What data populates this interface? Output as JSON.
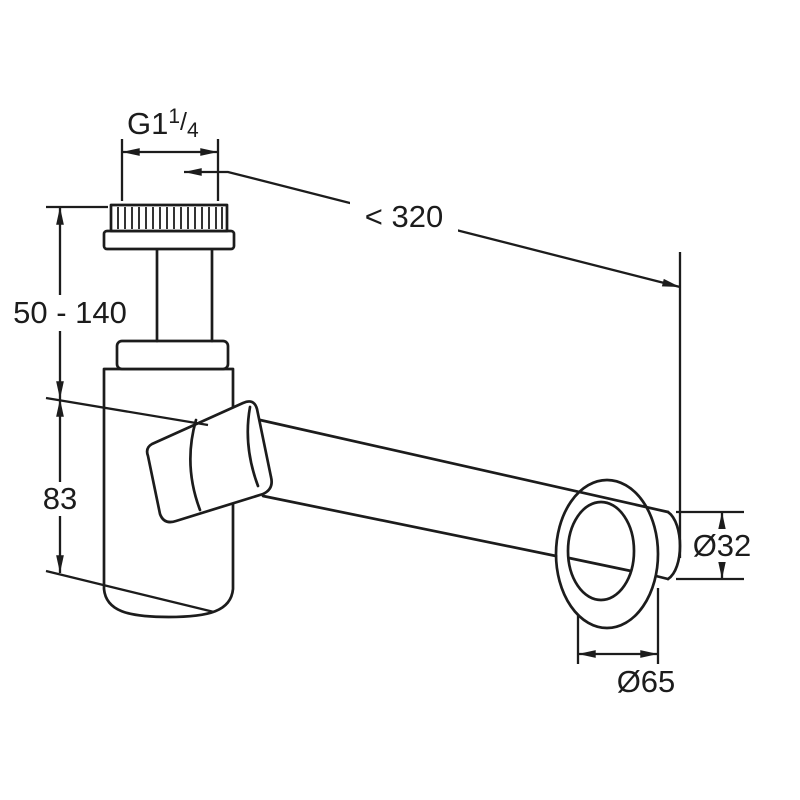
{
  "drawing": {
    "line_color": "#1c1c1c",
    "background_color": "#ffffff"
  },
  "dimensions": {
    "thread": {
      "base": "G1",
      "numerator": "1",
      "slash": "/",
      "denominator": "4"
    },
    "projection_length": "< 320",
    "height_adjustable": "50 - 140",
    "body_height": "83",
    "pipe_diameter": "Ø32",
    "rosette_diameter": "Ø65"
  }
}
